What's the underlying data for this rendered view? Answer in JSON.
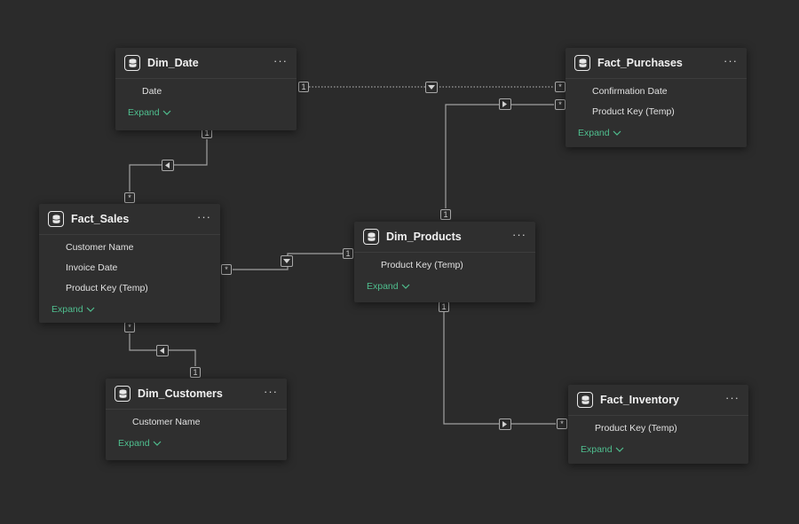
{
  "tables": {
    "dim_date": {
      "title": "Dim_Date",
      "fields": [
        "Date"
      ],
      "expand": "Expand"
    },
    "fact_purchases": {
      "title": "Fact_Purchases",
      "fields": [
        "Confirmation Date",
        "Product Key (Temp)"
      ],
      "expand": "Expand"
    },
    "fact_sales": {
      "title": "Fact_Sales",
      "fields": [
        "Customer Name",
        "Invoice Date",
        "Product Key (Temp)"
      ],
      "expand": "Expand"
    },
    "dim_products": {
      "title": "Dim_Products",
      "fields": [
        "Product Key (Temp)"
      ],
      "expand": "Expand"
    },
    "dim_customers": {
      "title": "Dim_Customers",
      "fields": [
        "Customer Name"
      ],
      "expand": "Expand"
    },
    "fact_inventory": {
      "title": "Fact_Inventory",
      "fields": [
        "Product Key (Temp)"
      ],
      "expand": "Expand"
    }
  },
  "ui": {
    "more_label": "···",
    "one_label": "1",
    "many_label": "*"
  },
  "colors": {
    "background": "#2b2b2b",
    "card": "#2f2f2f",
    "expand": "#4fbf8f",
    "line": "#a0a0a0"
  },
  "relationships": [
    {
      "from": "Dim_Date",
      "to": "Fact_Purchases",
      "from_cardinality": "1",
      "to_cardinality": "*",
      "active": false
    },
    {
      "from": "Dim_Date",
      "to": "Fact_Sales",
      "from_cardinality": "1",
      "to_cardinality": "*",
      "active": true
    },
    {
      "from": "Dim_Products",
      "to": "Fact_Purchases",
      "from_cardinality": "1",
      "to_cardinality": "*",
      "active": true
    },
    {
      "from": "Dim_Products",
      "to": "Fact_Sales",
      "from_cardinality": "1",
      "to_cardinality": "*",
      "active": true
    },
    {
      "from": "Dim_Customers",
      "to": "Fact_Sales",
      "from_cardinality": "1",
      "to_cardinality": "*",
      "active": true
    },
    {
      "from": "Dim_Products",
      "to": "Fact_Inventory",
      "from_cardinality": "1",
      "to_cardinality": "*",
      "active": true
    }
  ]
}
